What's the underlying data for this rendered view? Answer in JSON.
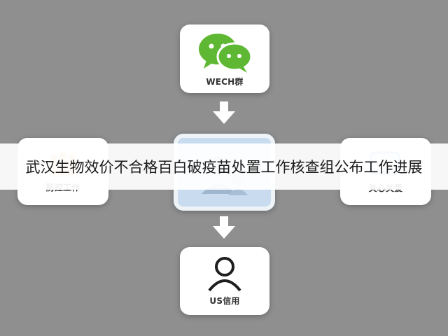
{
  "cards": {
    "top": {
      "label": "WECH群",
      "icon": "wechat-icon",
      "color": "#5fb833"
    },
    "left": {
      "label": "防控工作",
      "icon": "vaccine-icon",
      "color": "#f0c58a"
    },
    "center": {
      "icon": "group-users-icon"
    },
    "right": {
      "label": "关心关爱",
      "icon": "chat-window-icon",
      "color": "#7fb5e8"
    },
    "bottom": {
      "label": "US信用",
      "icon": "user-icon"
    }
  },
  "banner": {
    "text": "武汉生物效价不合格百白破疫苗处置工作核查组公布工作进展"
  }
}
